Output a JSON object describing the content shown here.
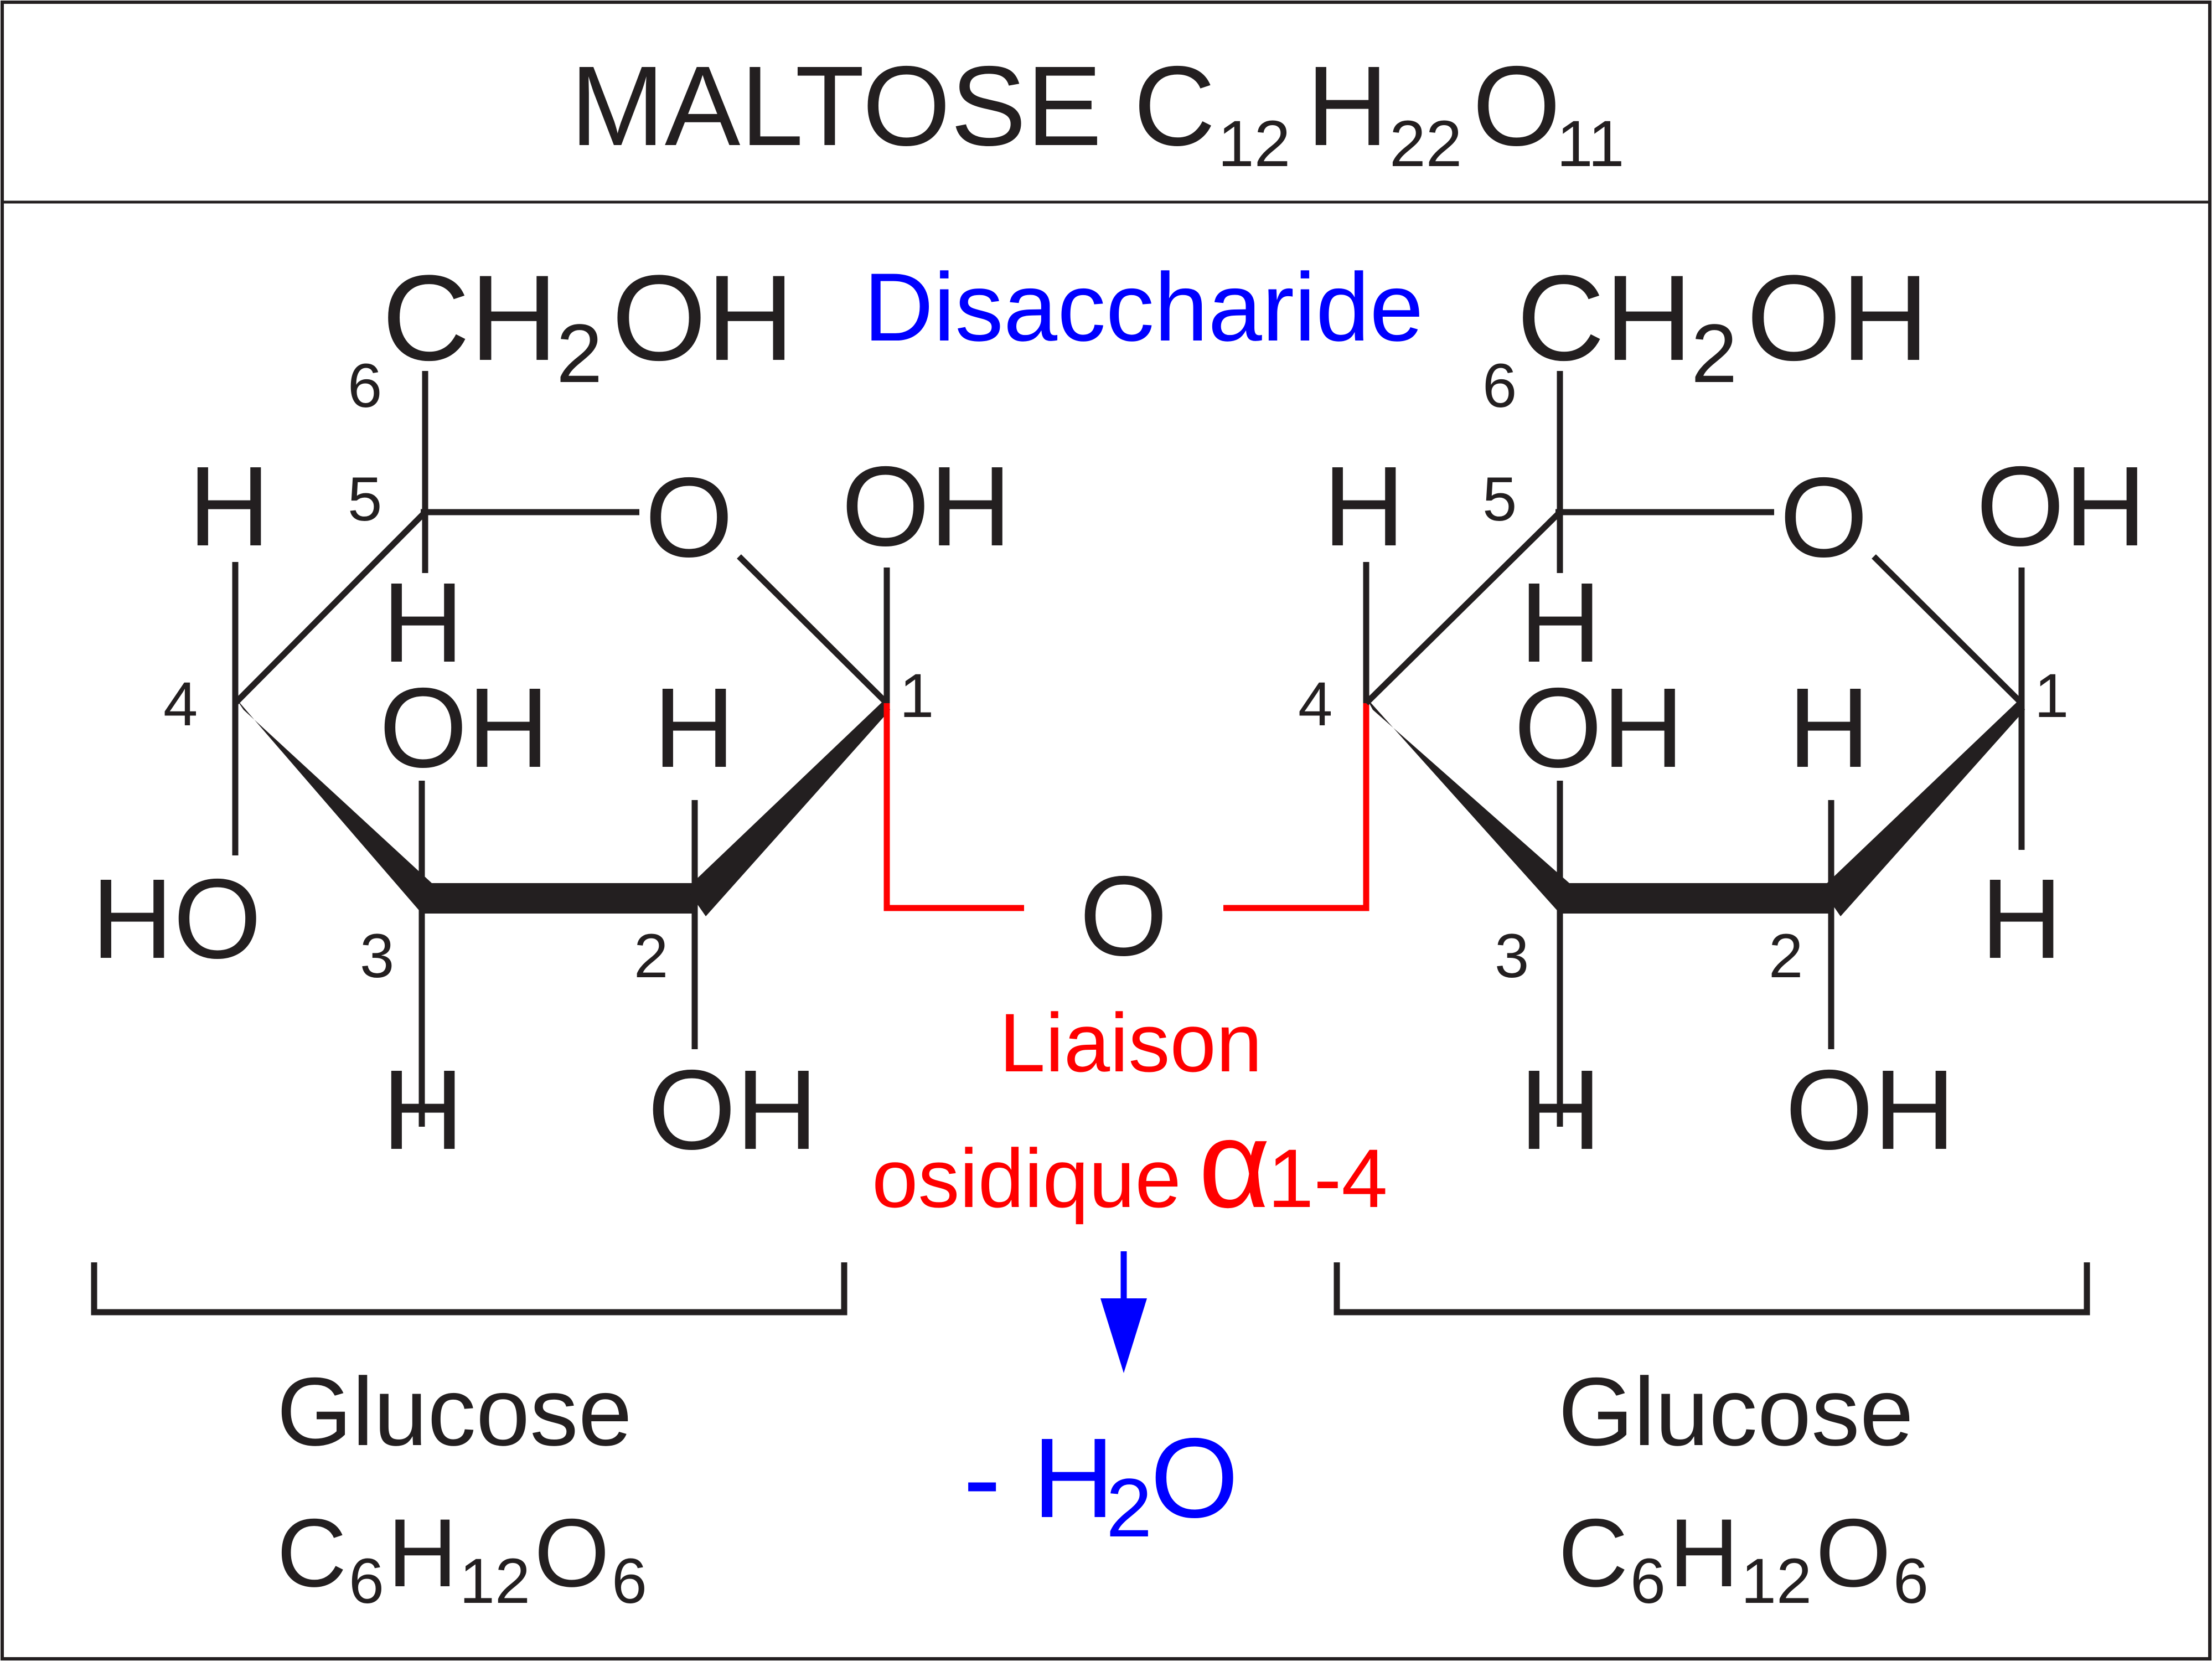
{
  "title": {
    "text": "MALTOSE C",
    "sub1": "12",
    "h": "H",
    "sub2": "22",
    "o": "O",
    "sub3": "11"
  },
  "category": "Disaccharide",
  "colors": {
    "ink": "#231f20",
    "bond_red": "#ff0000",
    "accent_blue": "#0000ff"
  },
  "left_glucose": {
    "ch2oh": {
      "ch": "CH",
      "sub": "2",
      "oh": "OH"
    },
    "ring_oxygen": "O",
    "atoms": {
      "h_c4_top": "H",
      "h_c5": "H",
      "oh_c3": "OH",
      "h_c2": "H",
      "oh_c1": "OH",
      "ho_c4": "HO",
      "h_c3_bottom": "H",
      "oh_c2_bottom": "OH"
    },
    "numbers": {
      "n6": "6",
      "n5": "5",
      "n4": "4",
      "n1": "1",
      "n3": "3",
      "n2": "2"
    }
  },
  "right_glucose": {
    "ch2oh": {
      "ch": "CH",
      "sub": "2",
      "oh": "OH"
    },
    "ring_oxygen": "O",
    "atoms": {
      "h_c4_top": "H",
      "h_c5": "H",
      "oh_c3": "OH",
      "h_c2": "H",
      "oh_c1": "OH",
      "h_c1_bottom": "H",
      "h_c3_bottom": "H",
      "oh_c2_bottom": "OH"
    },
    "numbers": {
      "n6": "6",
      "n5": "5",
      "n4": "4",
      "n1": "1",
      "n3": "3",
      "n2": "2"
    }
  },
  "bridge_oxygen": "O",
  "linkage": {
    "line1": "Liaison",
    "line2": "osidique",
    "alpha": "α",
    "suffix": "1-4"
  },
  "water_loss": {
    "minus": "- H",
    "sub": "2",
    "o": "O"
  },
  "labels": {
    "left": {
      "name": "Glucose",
      "formula": {
        "c": "C",
        "s1": "6",
        "h": "H",
        "s2": "12",
        "o": "O",
        "s3": "6"
      }
    },
    "right": {
      "name": "Glucose",
      "formula": {
        "c": "C",
        "s1": "6",
        "h": "H",
        "s2": "12",
        "o": "O",
        "s3": "6"
      }
    }
  }
}
